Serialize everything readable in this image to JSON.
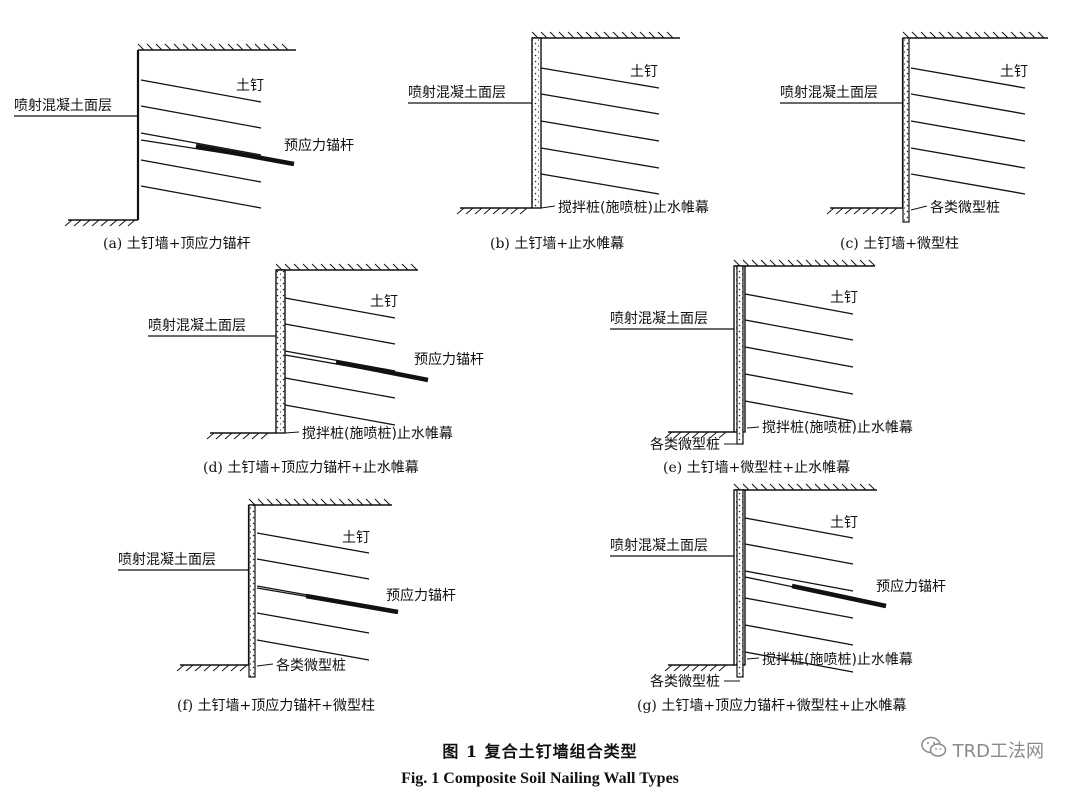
{
  "labels": {
    "shotcrete": "喷射混凝土面层",
    "nail": "土钉",
    "anchor": "预应力锚杆",
    "curtain": "搅拌桩(施喷桩)止水帷幕",
    "micropile": "各类微型桩"
  },
  "panels": [
    {
      "id": "a",
      "caption": "(a)   土钉墙+顶应力锚杆"
    },
    {
      "id": "b",
      "caption": "(b)   土钉墙+止水帷幕"
    },
    {
      "id": "c",
      "caption": "(c)   土钉墙+微型柱"
    },
    {
      "id": "d",
      "caption": "(d)   土钉墙+顶应力锚杆+止水帷幕"
    },
    {
      "id": "e",
      "caption": "(e)   土钉墙+微型柱+止水帷幕"
    },
    {
      "id": "f",
      "caption": "(f)   土钉墙+顶应力锚杆+微型柱"
    },
    {
      "id": "g",
      "caption": "(g)   土钉墙+顶应力锚杆+微型柱+止水帷幕"
    }
  ],
  "figure": {
    "title_cn": "图 1    复合土钉墙组合类型",
    "title_en": "Fig. 1    Composite Soil Nailing Wall Types"
  },
  "watermark": "TRD工法网"
}
